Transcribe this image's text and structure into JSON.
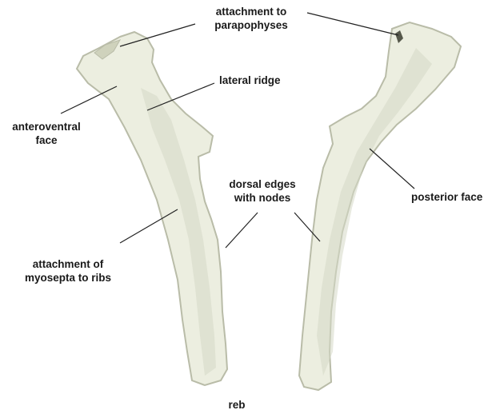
{
  "labels": {
    "attachment_parapophyses": [
      "attachment to",
      "parapophyses"
    ],
    "lateral_ridge": "lateral ridge",
    "anteroventral_face": [
      "anteroventral",
      "face"
    ],
    "dorsal_edges": [
      "dorsal edges",
      "with nodes"
    ],
    "posterior_face": "posterior face",
    "myosepta": [
      "attachment of",
      "myosepta to ribs"
    ],
    "caption": "reb"
  },
  "colors": {
    "bone_fill": "#eceee0",
    "bone_edge": "#b9bca8",
    "bone_shadow": "#d6d9c6",
    "leader_line": "#222222",
    "text": "#1a1a1a"
  }
}
